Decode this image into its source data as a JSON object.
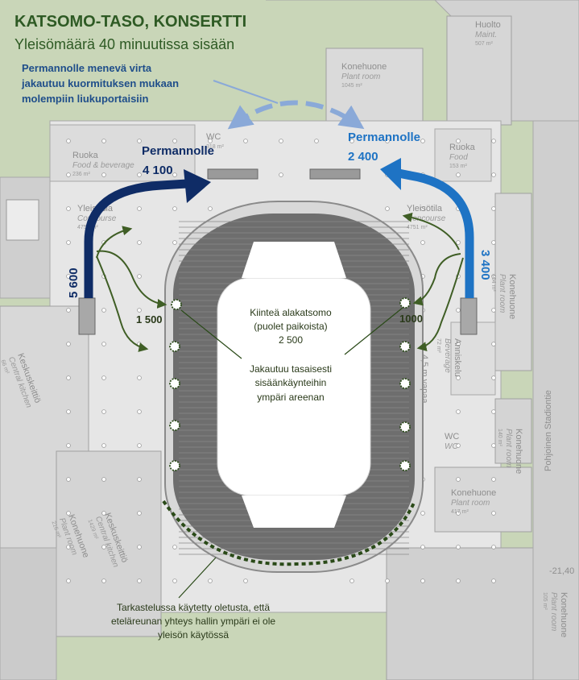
{
  "title": "KATSOMO-TASO, KONSERTTI",
  "subtitle": "Yleisömäärä 40 minuutissa sisään",
  "note_escalators": [
    "Permannolle menevä virta",
    "jakautuu kuormituksen mukaan",
    "molempiin liukuportaisiin"
  ],
  "flows": {
    "west_total": "5 600",
    "east_total": "3 400",
    "west_to_floor_label": "Permannolle",
    "west_to_floor_value": "4 100",
    "east_to_floor_label": "Permannolle",
    "east_to_floor_value": "2 400",
    "west_to_stand": "1 500",
    "east_to_stand": "1000"
  },
  "center_note": {
    "fixed_seating": [
      "Kiinteä alakatsomo",
      "(puolet paikoista)",
      "2 500"
    ],
    "distribution": [
      "Jakautuu tasaisesti",
      "sisäänkäynteihin",
      "ympäri areenan"
    ]
  },
  "south_note": [
    "Tarkastelussa käytetty oletusta, että",
    "eteläreunan yhteys hallin ympäri ei ole",
    "yleisön käytössä"
  ],
  "rooms": [
    {
      "fi": "Huolto",
      "en": "Maint.",
      "area": "507 m²"
    },
    {
      "fi": "Konehuone",
      "en": "Plant room",
      "area": "1045 m²"
    },
    {
      "fi": "WC",
      "en": "",
      "area": "318 m²"
    },
    {
      "fi": "Ruoka",
      "en": "Food & beverage",
      "area": "236 m²"
    },
    {
      "fi": "Ruoka",
      "en": "Food",
      "area": "153 m²"
    },
    {
      "fi": "Yleisötila",
      "en": "Concourse",
      "area": "4751 m²"
    },
    {
      "fi": "Yleisötila",
      "en": "Concourse",
      "area": "4751 m²"
    },
    {
      "fi": "Konehuone",
      "en": "Plant room",
      "area": "404 m²"
    },
    {
      "fi": "Anniskelu",
      "en": "Beverage",
      "area": "72 m²"
    },
    {
      "fi": "4,5 m vapaa",
      "en": "",
      "area": ""
    },
    {
      "fi": "WC",
      "en": "WC",
      "area": ""
    },
    {
      "fi": "Konehuone",
      "en": "Plant room",
      "area": "417 m²"
    },
    {
      "fi": "Konehuone",
      "en": "Plant room",
      "area": "140 m²"
    },
    {
      "fi": "Keskuskeittiö",
      "en": "Central kitchen",
      "area": "66 m²"
    },
    {
      "fi": "Keskuskeittiö",
      "en": "Central kitchen",
      "area": "1429 m²"
    },
    {
      "fi": "Konehuone",
      "en": "Plant room",
      "area": "216 m²"
    },
    {
      "fi": "Konehuone",
      "en": "Plant room",
      "area": "105 m²"
    },
    {
      "fi": "Pohjoinen Stadiontie",
      "en": "",
      "area": ""
    },
    {
      "fi": "-21,40",
      "en": "",
      "area": ""
    }
  ],
  "colors": {
    "background": "#c9d6b8",
    "title": "#2e5a24",
    "dark_blue": "#0f2c66",
    "mid_blue": "#1e73c4",
    "light_blue": "#8aa9d8",
    "green_arrow": "#3f5e25",
    "note_blue": "#1f4e8a",
    "dashed_green": "#2a4a18",
    "seating": "#6e6e6e"
  }
}
